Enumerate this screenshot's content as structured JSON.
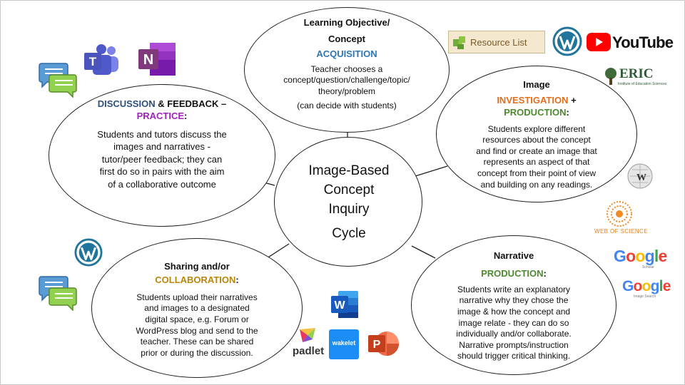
{
  "center": {
    "lines": [
      "Image-Based",
      "Concept",
      "Inquiry"
    ],
    "cycle": "Cycle"
  },
  "top": {
    "title1": "Learning Objective/",
    "title2": "Concept",
    "label": "ACQUISITION",
    "body1": "Teacher chooses a",
    "body2": "concept/question/challenge/topic/",
    "body3": "theory/problem",
    "note": "(can decide with students)"
  },
  "right_top": {
    "title": "Image",
    "label1": "INVESTIGATION",
    "plus": "+",
    "label2": "PRODUCTION",
    "colon": ":",
    "body": [
      "Students explore different",
      "resources about the concept",
      "and find or create an image that",
      "represents an aspect of that",
      "concept from their point of view",
      "and building on any readings."
    ]
  },
  "right_bottom": {
    "title": "Narrative",
    "label": "PRODUCTION",
    "colon": ":",
    "body": [
      "Students write an explanatory",
      "narrative why they chose the",
      "image & how the concept and",
      "image relate - they can do so",
      "individually and/or collaborate.",
      "Narrative prompts/instruction",
      "should trigger critical thinking."
    ]
  },
  "left_bottom": {
    "title": "Sharing and/or",
    "label": "COLLABORATION",
    "colon": ":",
    "body": [
      "Students upload their narratives",
      "and images to a designated",
      "digital space, e.g. Forum or",
      "WordPress blog and send to the",
      "teacher. These can be shared",
      "prior or during the discussion."
    ]
  },
  "left_top": {
    "label1": "DISCUSSION",
    "amp": "& FEEDBACK –",
    "label2": "PRACTICE",
    "colon": ":",
    "body": [
      "Students and tutors discuss the",
      "images and narratives -",
      "tutor/peer feedback; they can",
      "first do so in pairs with the aim",
      "of a collaborative outcome"
    ]
  },
  "logos": {
    "resource_list": "Resource List",
    "youtube": "YouTube",
    "eric": "ERIC",
    "eric_sub": "Institute of Education Sciences",
    "web_of_science": "WEB OF SCIENCE",
    "google1": "Google",
    "google1_sub": "Scholar",
    "google2": "Google",
    "google2_sub": "Image Search",
    "padlet": "padlet",
    "wakelet": "wakelet",
    "word_letter": "W",
    "powerpoint_letter": "P",
    "onenote_letter": "N",
    "teams_letter": "T"
  },
  "colors": {
    "acquisition": "#2e75b6",
    "discussion": "#2f4f7f",
    "practice": "#a020c0",
    "collaboration": "#b8860b",
    "investigation": "#e07020",
    "production": "#4e8a2e"
  }
}
